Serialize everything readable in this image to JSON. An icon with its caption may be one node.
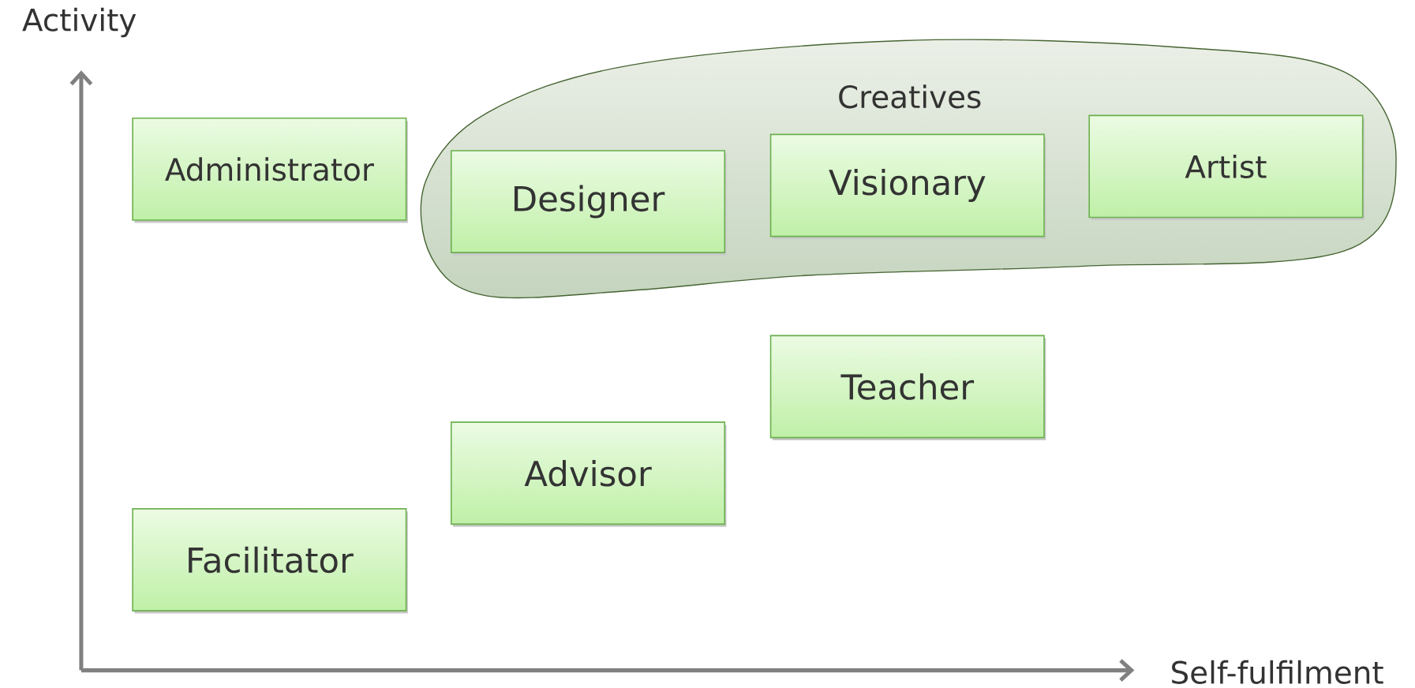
{
  "diagram": {
    "nodes": [
      {
        "text": [
          "Administrator"
        ]
      },
      {
        "text": [
          "Creatives"
        ]
      },
      {
        "text": [
          "Designer"
        ],
        "in": 1
      },
      {
        "text": [
          "Visionary"
        ],
        "in": 1
      },
      {
        "text": [
          "Artist"
        ],
        "in": 1
      },
      {
        "text": [
          "Teacher"
        ]
      },
      {
        "text": [
          "Advisor"
        ]
      },
      {
        "text": [
          "Facilitator"
        ]
      }
    ],
    "labels": [
      "Activity",
      "Self-fulfilment"
    ]
  }
}
